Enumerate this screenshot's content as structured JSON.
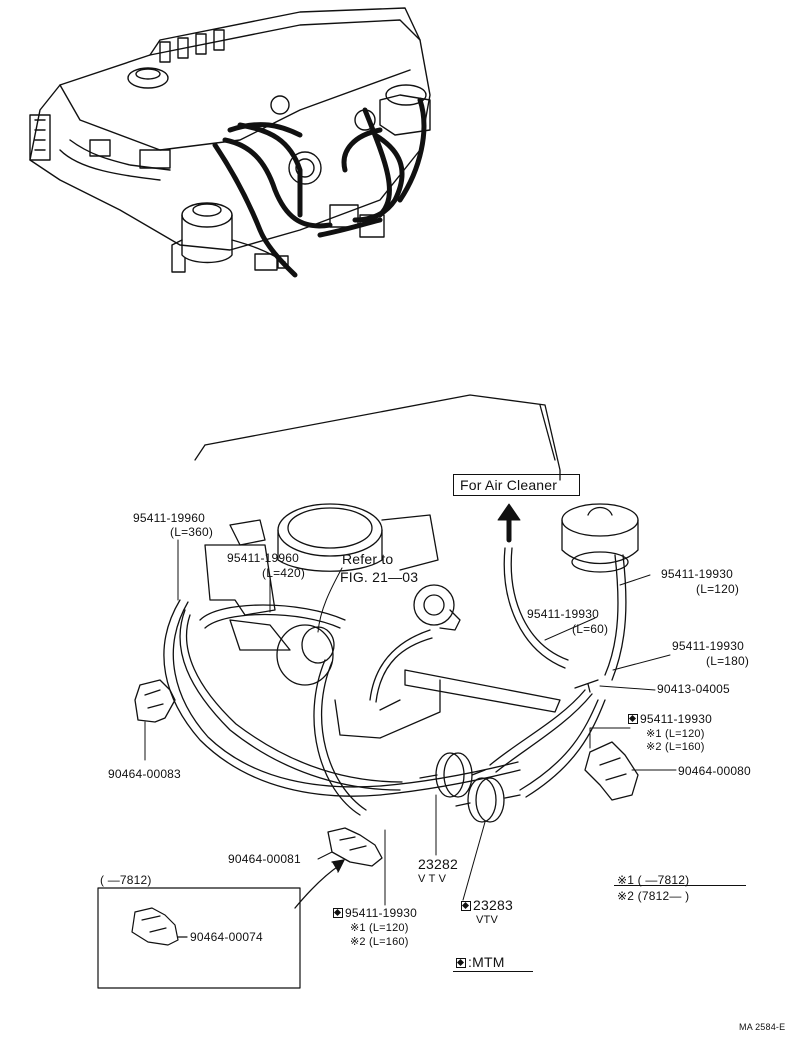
{
  "labels": {
    "p_95411_19960_a": "95411-19960",
    "p_95411_19960_a_len": "(L=360)",
    "p_95411_19960_b": "95411-19960",
    "p_95411_19960_b_len": "(L=420)",
    "refer_to": "Refer to",
    "refer_fig": "FIG. 21—03",
    "air_cleaner": "For Air Cleaner",
    "p_95411_19930_a": "95411-19930",
    "p_95411_19930_a_len": "(L=120)",
    "p_95411_19930_b": "95411-19930",
    "p_95411_19930_b_len": "(L=60)",
    "p_95411_19930_c": "95411-19930",
    "p_95411_19930_c_len": "(L=180)",
    "p_90413_04005": "90413-04005",
    "p_95411_19930_d": "95411-19930",
    "p_95411_19930_d_l1": "※1 (L=120)",
    "p_95411_19930_d_l2": "※2 (L=160)",
    "p_90464_00080": "90464-00080",
    "p_90464_00083": "90464-00083",
    "p_90464_00081": "90464-00081",
    "p_23282": "23282",
    "p_23282_sub": "V T V",
    "p_23283": "23283",
    "p_23283_sub": "VTV",
    "p_95411_19930_e": "95411-19930",
    "p_95411_19930_e_l1": "※1 (L=120)",
    "p_95411_19930_e_l2": "※2 (L=160)",
    "inset_range": "(    —7812)",
    "p_90464_00074": "90464-00074",
    "legend_1": "※1 (        —7812)",
    "legend_2": "※2 (7812—        )",
    "mtm_legend": ":MTM",
    "ref_code": "MA 2584-E"
  },
  "icons": [
    "diamond-marker-icon",
    "up-arrow-icon",
    "curved-arrow-icon"
  ]
}
